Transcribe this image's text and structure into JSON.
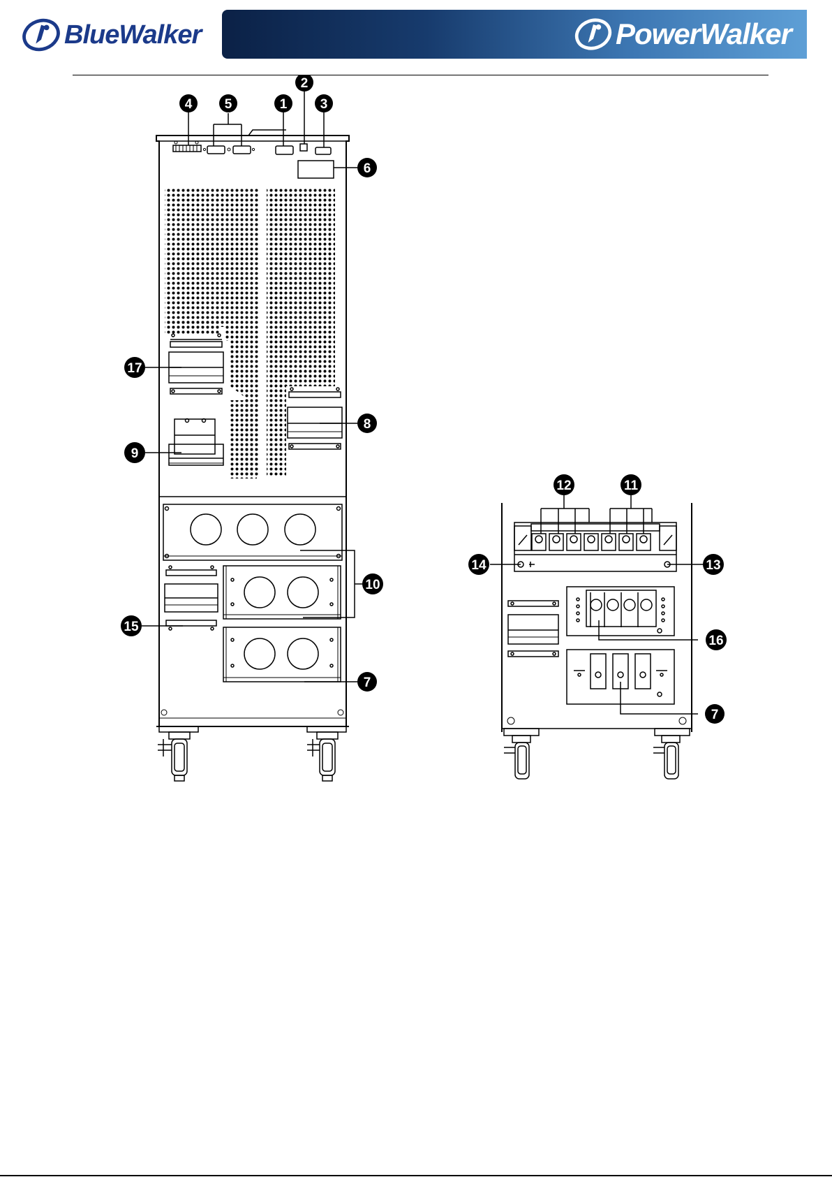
{
  "header": {
    "brand_left": "BlueWalker",
    "brand_right": "PowerWalker",
    "logo_icon": "bluewalker-swirl-logo",
    "colors": {
      "brand_blue": "#1b3a8a",
      "banner_dark": "#0b2146",
      "banner_light": "#5e9fd6"
    }
  },
  "diagram": {
    "main_view_callouts": [
      {
        "label": "1"
      },
      {
        "label": "2"
      },
      {
        "label": "3"
      },
      {
        "label": "4"
      },
      {
        "label": "5"
      },
      {
        "label": "6"
      },
      {
        "label": "17"
      },
      {
        "label": "8"
      },
      {
        "label": "9"
      },
      {
        "label": "10"
      },
      {
        "label": "15"
      },
      {
        "label": "7"
      }
    ],
    "detail_view_callouts": [
      {
        "label": "12"
      },
      {
        "label": "11"
      },
      {
        "label": "14"
      },
      {
        "label": "13"
      },
      {
        "label": "16"
      },
      {
        "label": "7"
      }
    ]
  }
}
